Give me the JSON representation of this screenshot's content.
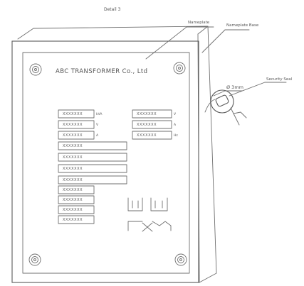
{
  "title": "Detail 3",
  "callouts": {
    "nameplate": "Nameplate",
    "nameplate_base": "Nameplate Base",
    "diameter": "Ø 3mm",
    "security_seal": "Security Seal"
  },
  "plate_header": "ABC TRANSFORMER Co., Ltd",
  "left_fields": [
    {
      "value": "XXXXXXX",
      "unit": "kVA"
    },
    {
      "value": "XXXXXXX",
      "unit": "V"
    },
    {
      "value": "XXXXXXX",
      "unit": "A"
    },
    {
      "value": "XXXXXXX",
      "unit": ""
    },
    {
      "value": "XXXXXXX",
      "unit": ""
    },
    {
      "value": "XXXXXXX",
      "unit": ""
    },
    {
      "value": "XXXXXXX",
      "unit": ""
    },
    {
      "value": "XXXXXXX",
      "unit": ""
    },
    {
      "value": "XXXXXXX",
      "unit": ""
    },
    {
      "value": "XXXXXXX",
      "unit": ""
    },
    {
      "value": "XXXXXXX",
      "unit": ""
    }
  ],
  "right_fields": [
    {
      "value": "XXXXXXX",
      "unit": "V"
    },
    {
      "value": "XXXXXXX",
      "unit": "A"
    },
    {
      "value": "XXXXXXX",
      "unit": "Hz"
    }
  ]
}
